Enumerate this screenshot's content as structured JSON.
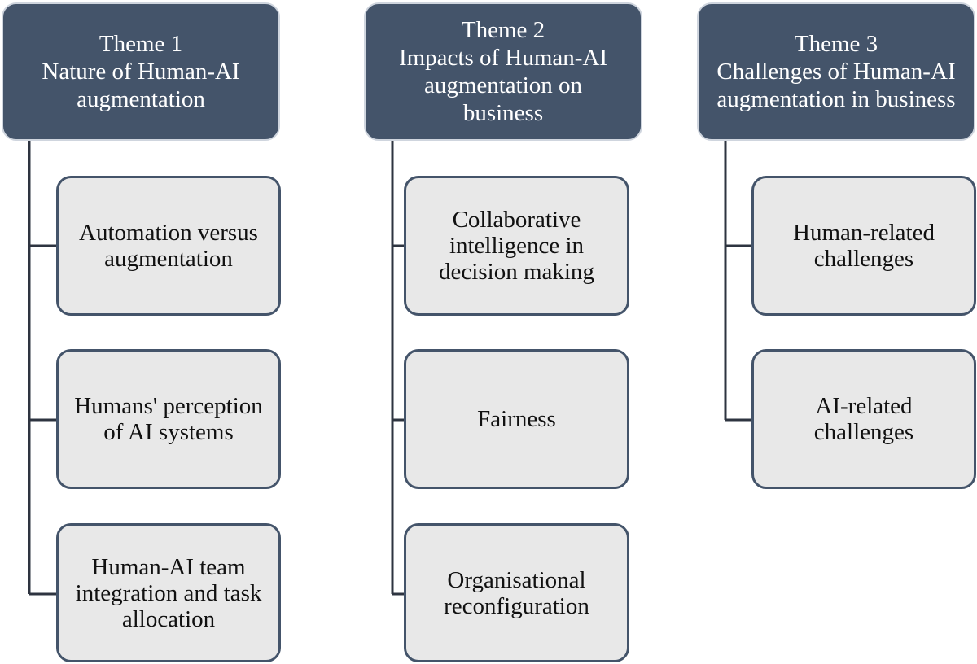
{
  "themes": [
    {
      "title": "Theme 1",
      "description": "Nature of Human-AI\naugmentation",
      "subthemes": [
        "Automation versus\naugmentation",
        "Humans' perception\nof AI systems",
        "Human-AI team\nintegration and task\nallocation"
      ]
    },
    {
      "title": "Theme 2",
      "description": "Impacts of Human-AI\naugmentation on\nbusiness",
      "subthemes": [
        "Collaborative\nintelligence in\ndecision making",
        "Fairness",
        "Organisational\nreconfiguration"
      ]
    },
    {
      "title": "Theme 3",
      "description": "Challenges of Human-AI\naugmentation in business",
      "subthemes": [
        "Human-related\nchallenges",
        "AI-related\nchallenges"
      ]
    }
  ],
  "colors": {
    "theme_fill": "#44546a",
    "theme_border": "#cfd5de",
    "subtheme_fill": "#e8e8e8",
    "subtheme_border": "#44546a",
    "connector": "#2e3440"
  }
}
